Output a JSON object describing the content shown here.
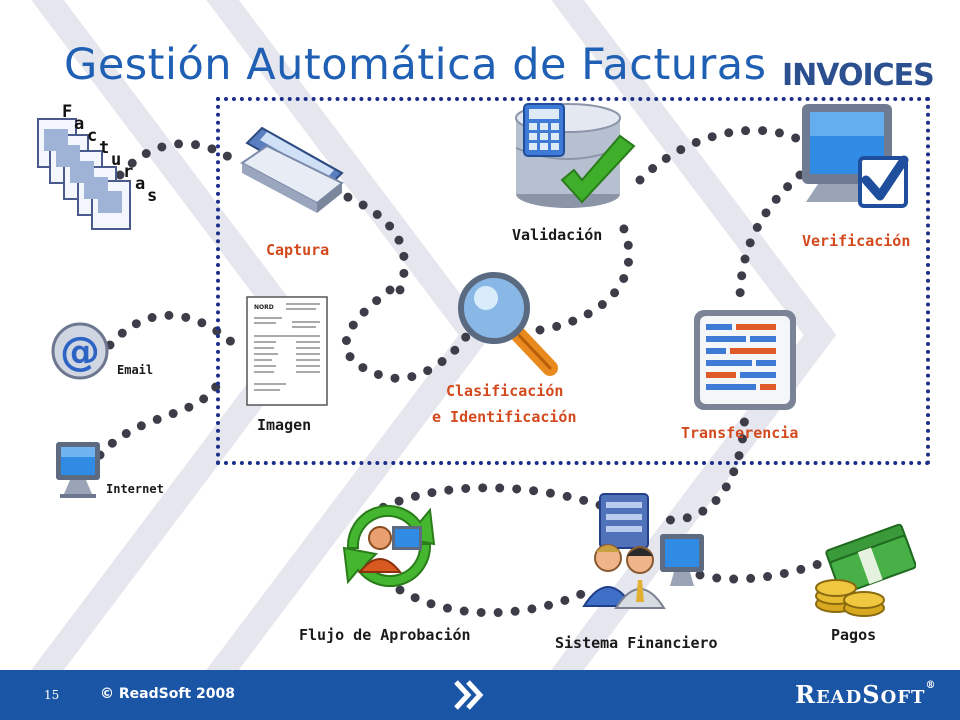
{
  "title": "Gestión Automática de Facturas",
  "logo_text": "INVOICES",
  "facturas_letters": [
    "F",
    "a",
    "c",
    "t",
    "u",
    "r",
    "a",
    "s"
  ],
  "inputs": {
    "email": "Email",
    "internet": "Internet"
  },
  "steps": {
    "captura": "Captura",
    "imagen": "Imagen",
    "validacion": "Validación",
    "clasificacion_line1": "Clasificación",
    "clasificacion_line2": "e Identificación",
    "verificacion": "Verificación",
    "transferencia": "Transferencia"
  },
  "downstream": {
    "aprobacion": "Flujo de Aprobación",
    "financiero": "Sistema Financiero",
    "pagos": "Pagos"
  },
  "document_thumb": {
    "header": "NORD"
  },
  "footer": {
    "page_number": "15",
    "copyright": "© ReadSoft 2008",
    "brand_first": "R",
    "brand_mid": "EAD",
    "brand_second": "S",
    "brand_end": "OFT",
    "registered": "®"
  },
  "colors": {
    "title": "#1f5fb4",
    "box_border": "#1b2f8a",
    "dots": "#3d3d4a",
    "red_label": "#d24a1e",
    "footer_bg": "#1b56a6"
  }
}
